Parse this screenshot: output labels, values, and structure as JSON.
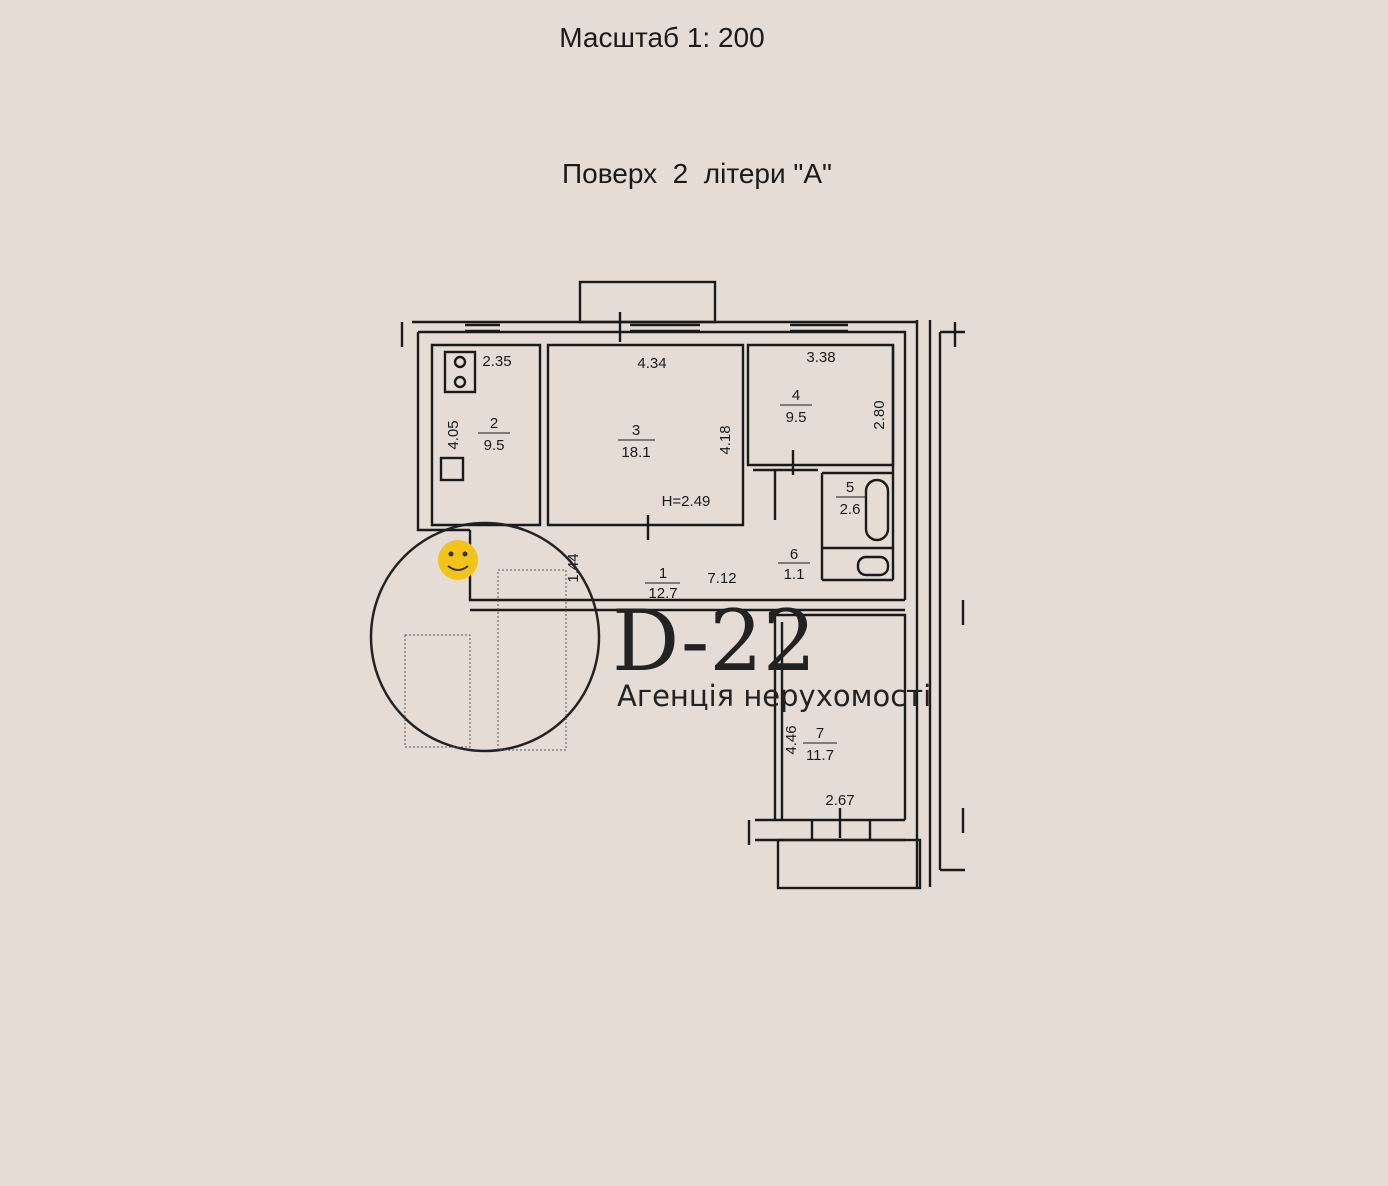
{
  "header": {
    "scale": "Масштаб 1: 200",
    "floor": "Поверх  2  літери \"А\""
  },
  "rooms": [
    {
      "number": "1",
      "area": "12.7"
    },
    {
      "number": "2",
      "area": "9.5"
    },
    {
      "number": "3",
      "area": "18.1"
    },
    {
      "number": "4",
      "area": "9.5"
    },
    {
      "number": "5",
      "area": "2.6"
    },
    {
      "number": "6",
      "area": "1.1"
    },
    {
      "number": "7",
      "area": "11.7"
    }
  ],
  "dimensions": {
    "room2_width": "2.35",
    "room2_length": "4.05",
    "room3_width": "4.34",
    "room3_length": "4.18",
    "room4_width": "3.38",
    "room4_length": "2.80",
    "hall_length": "7.12",
    "hall_width": "1.44",
    "room7_length": "4.46",
    "room7_width": "2.67",
    "ceiling_height": "H=2.49"
  },
  "watermark": {
    "brand": "D-22",
    "tagline": "Агенція нерухомості"
  }
}
